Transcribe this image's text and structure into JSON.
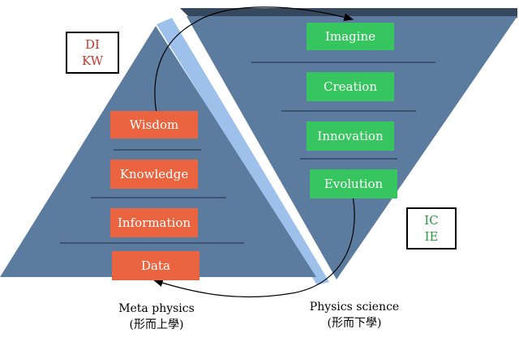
{
  "colors": {
    "dikw_box": "#ea6440",
    "icie_box": "#37c560",
    "left_pyramid": "#5b7b9f",
    "right_pyramid": "#5b7b9f",
    "band": "#9ec1ec",
    "top_bar": "#36485e",
    "legend_dikw_text": "#c0392b",
    "legend_icie_text": "#2a9a3e"
  },
  "left_pyramid": {
    "levels": [
      "Wisdom",
      "Knowledge",
      "Information",
      "Data"
    ]
  },
  "right_pyramid": {
    "levels": [
      "Imagine",
      "Creation",
      "Innovation",
      "Evolution"
    ]
  },
  "legends": {
    "dikw": [
      "DI",
      "KW"
    ],
    "icie": [
      "IC",
      "IE"
    ]
  },
  "captions": {
    "left": [
      "Meta physics",
      "(形而上學)"
    ],
    "right": [
      "Physics science",
      "(形而下學)"
    ]
  }
}
